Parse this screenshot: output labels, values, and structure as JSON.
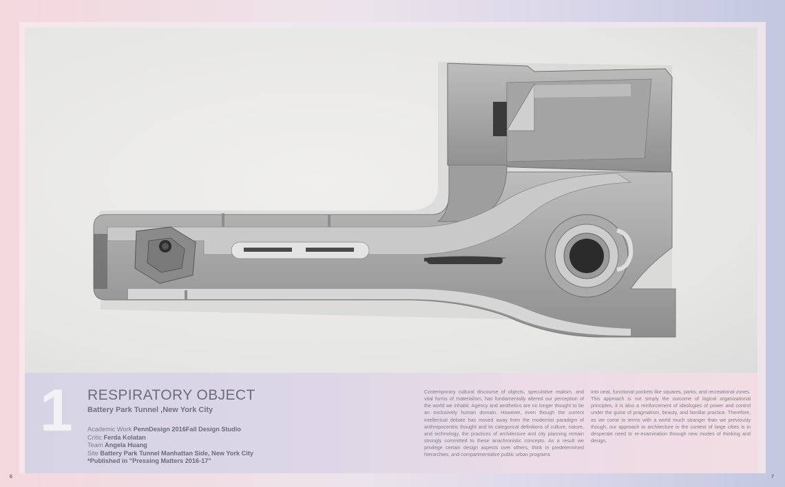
{
  "project": {
    "number": "1",
    "title": "RESPIRATORY OBJECT",
    "subtitle": "Battery Park Tunnel ,New York City",
    "academic_label": "Academic Work ",
    "academic_value": "PennDesign 2016Fall Design Studio",
    "critic_label": "Critic ",
    "critic_value": "Ferda Kolatan",
    "team_label": "Team ",
    "team_value": "Angela Huang",
    "site_label": "Site ",
    "site_value": "Battery Park Tunnel Manhattan Side, New York City",
    "published": "*Published in \"Pressing Matters 2016-17\""
  },
  "text": {
    "col1": "Contemporary cultural discourse of objects, speculative realism, and vital forms of materialism, has fundamentally altered our perception of the world we inhabit. Agency and aesthetics are no longer thought to be an exclusively human domain. However, even though the current intellectual debate has moved away from the modernist paradigm of anthropocentric thought and its categorical definitions of culture, nature, and technology, the practices of architecture and city planning remain strongly committed to these anachronistic concepts. As a result we privilege certain design aspects over others, think in predetermined hierarchies, and compartmentalize public urban programs",
    "col2": "into neat, functional pockets like squares, parks, and recreational zones. This approach is not simply the outcome of logical organizational principles, it is also a reinforcement of ideologies of power and control under the guise of pragmatism, beauty, and familiar practice. Therefore, as we come to terms with a world much stranger than we previously though, our approach to architecture in the context of large cities is in desperate need to re-examination through new modes of thinking and design."
  },
  "pages": {
    "left": "6",
    "right": "7"
  },
  "colors": {
    "title": "#6a6d78",
    "body_text": "#7d7e86",
    "big_number": "#f3f1f4"
  }
}
